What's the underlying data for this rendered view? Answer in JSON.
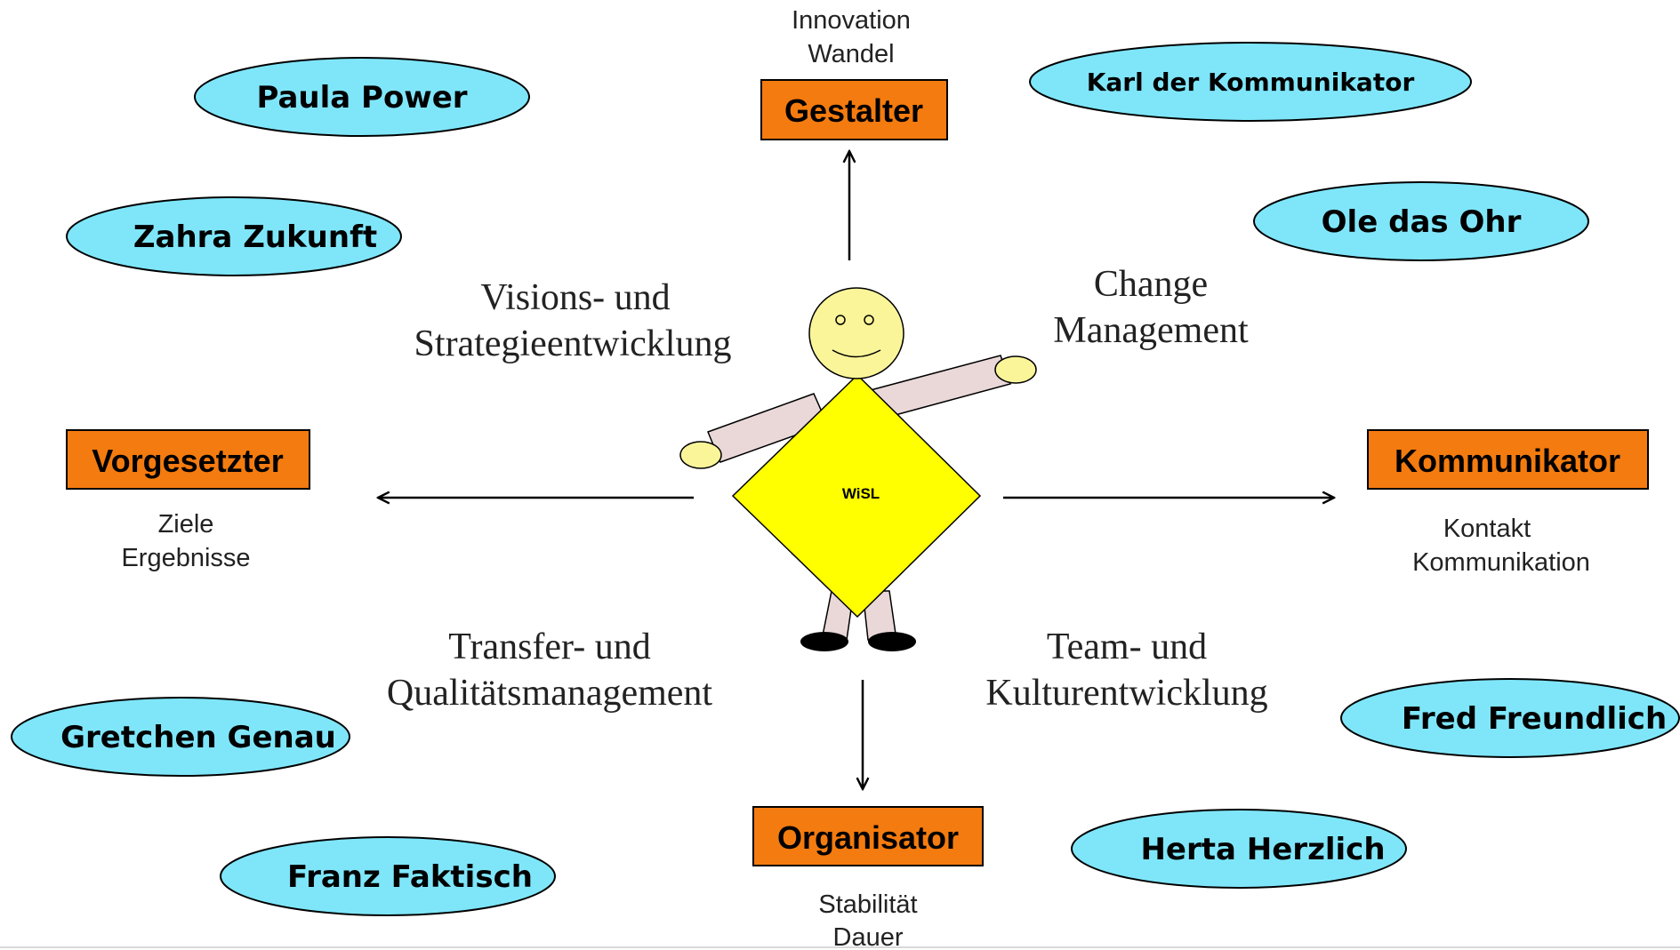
{
  "roles": {
    "top": {
      "label": "Gestalter",
      "sub1": "Innovation",
      "sub2": "Wandel"
    },
    "left": {
      "label": "Vorgesetzter",
      "sub1": "Ziele",
      "sub2": "Ergebnisse"
    },
    "right": {
      "label": "Kommunikator",
      "sub1": "Kontakt",
      "sub2": "Kommunikation"
    },
    "bottom": {
      "label": "Organisator",
      "sub1": "Stabilität",
      "sub2": "Dauer"
    }
  },
  "themes": {
    "top_left": {
      "line1": "Visions- und",
      "line2": "Strategieentwicklung"
    },
    "top_right": {
      "line1": "Change",
      "line2": "Management"
    },
    "bottom_left": {
      "line1": "Transfer- und",
      "line2": "Qualitätsmanagement"
    },
    "bottom_right": {
      "line1": "Team- und",
      "line2": "Kulturentwicklung"
    }
  },
  "center_label": "WiSL",
  "persons": {
    "paula": "Paula Power",
    "zahra": "Zahra Zukunft",
    "karl": "Karl der Kommunikator",
    "ole": "Ole das Ohr",
    "gretchen": "Gretchen Genau",
    "franz": "Franz Faktisch",
    "fred": "Fred Freundlich",
    "herta": "Herta Herzlich"
  },
  "colors": {
    "ellipse_fill": "#7fe6fa",
    "box_fill": "#f47b0f",
    "diamond_fill": "#ffff00",
    "head_fill": "#fbf59a",
    "arm_fill": "#ead8d8"
  }
}
